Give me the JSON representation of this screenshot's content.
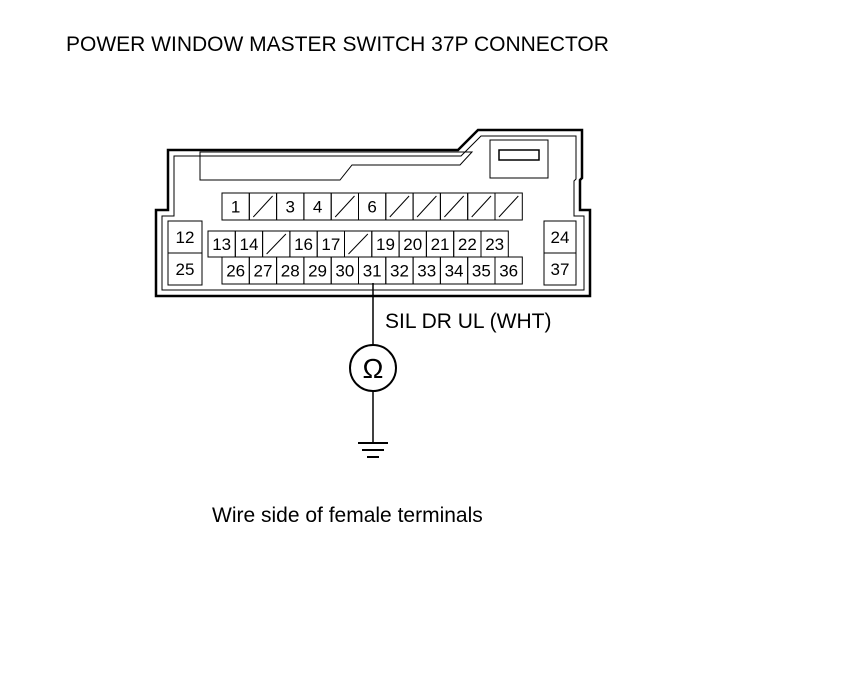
{
  "title": "POWER WINDOW MASTER SWITCH 37P CONNECTOR",
  "caption": "Wire side of female terminals",
  "wire_label": "SIL DR UL (WHT)",
  "meter_symbol": "Ω",
  "meter_icon": "ohmmeter-icon",
  "ground_icon": "ground-icon",
  "probe_terminal": "31",
  "terminals": {
    "row1": [
      "1",
      "",
      "3",
      "4",
      "",
      "6",
      "",
      "",
      "",
      "",
      ""
    ],
    "row2_left": "12",
    "row2": [
      "13",
      "14",
      "",
      "16",
      "17",
      "",
      "19",
      "20",
      "21",
      "22",
      "23"
    ],
    "row2_right": "24",
    "row3_left": "25",
    "row3": [
      "26",
      "27",
      "28",
      "29",
      "30",
      "31",
      "32",
      "33",
      "34",
      "35",
      "36"
    ],
    "row3_right": "37"
  }
}
